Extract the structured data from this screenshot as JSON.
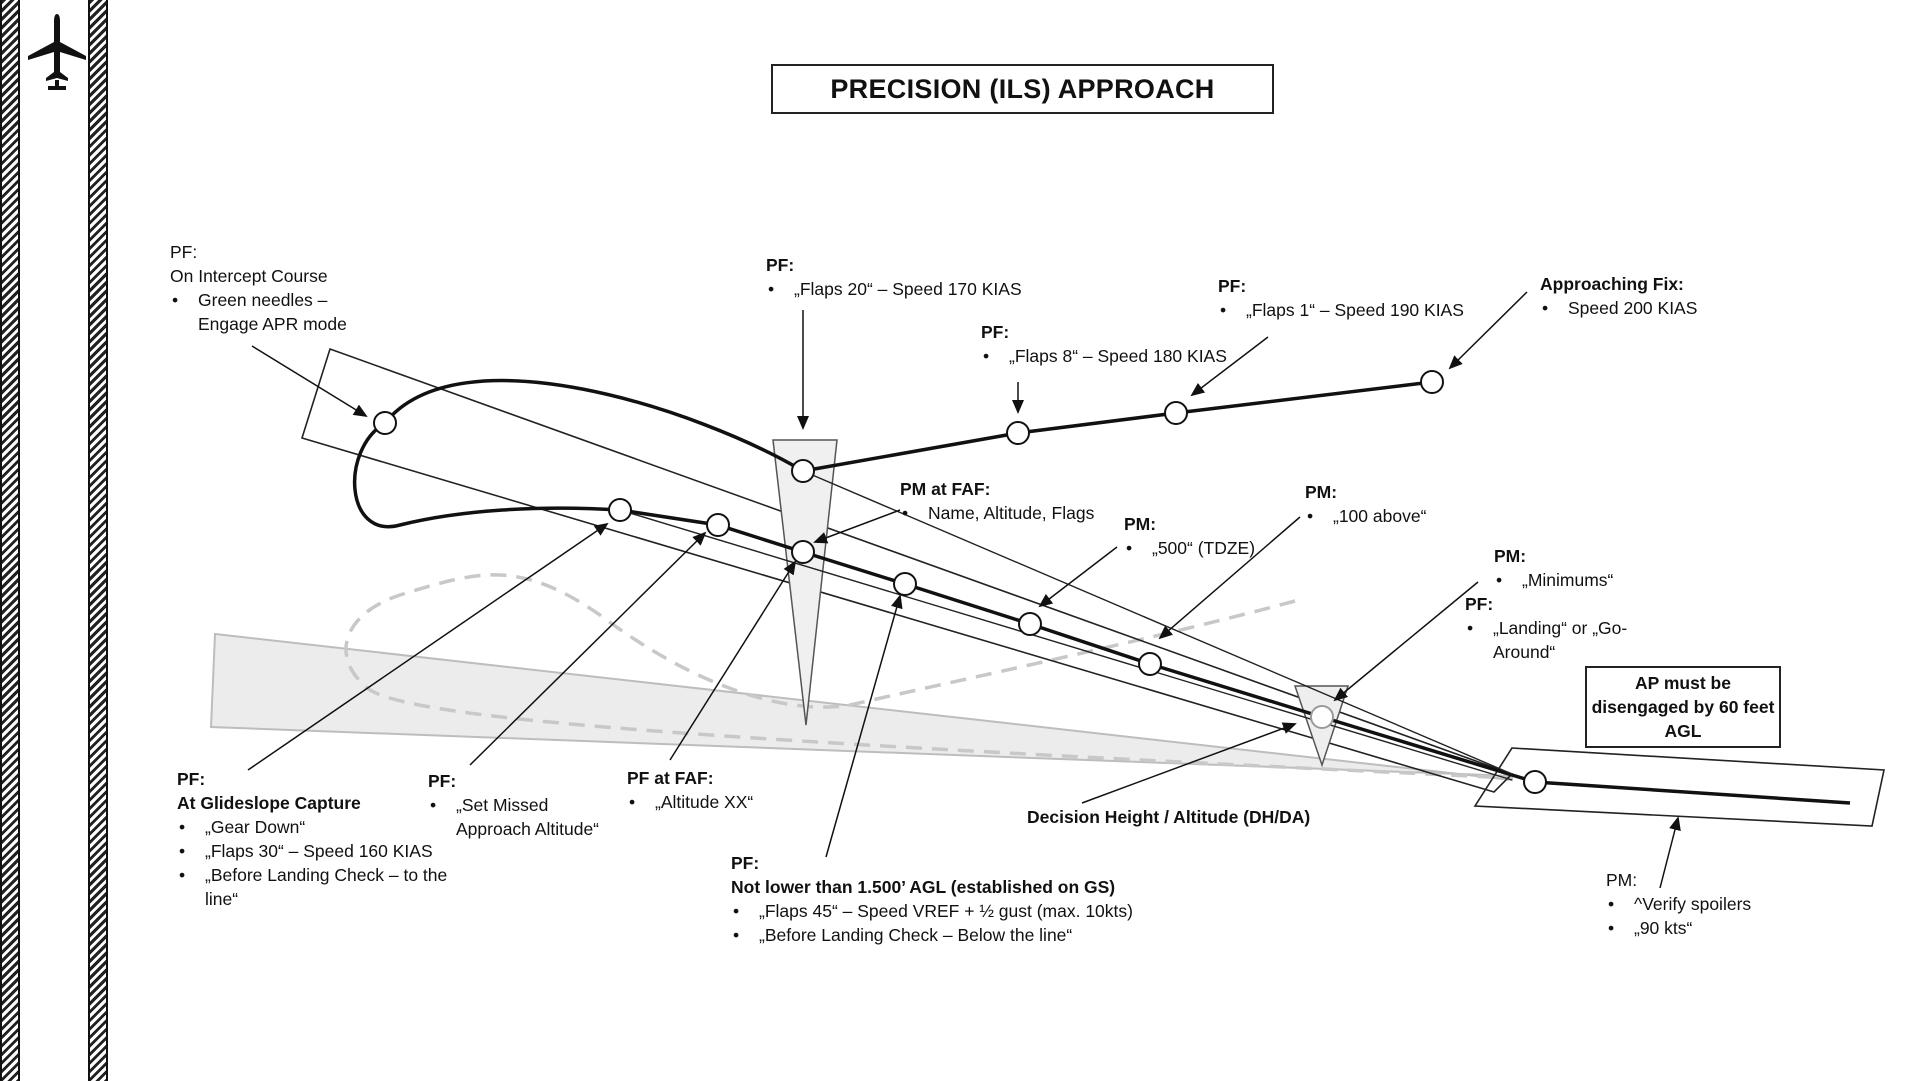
{
  "title": "PRECISION (ILS) APPROACH",
  "icons": {
    "sidebar": "airplane-icon"
  },
  "colors": {
    "ink": "#111111",
    "zone_fill": "#ececec",
    "zone_stroke": "#bdbdbd",
    "dashed_path": "#c8c8c8"
  },
  "notes": {
    "intercept": {
      "header": "PF:",
      "subheader": "On Intercept Course",
      "items": [
        "Green needles –",
        "Engage APR mode"
      ]
    },
    "flaps20": {
      "header": "PF:",
      "items": [
        "„Flaps 20“ – Speed 170 KIAS"
      ]
    },
    "flaps8": {
      "header": "PF:",
      "items": [
        "„Flaps 8“ – Speed 180 KIAS"
      ]
    },
    "flaps1": {
      "header": "PF:",
      "items": [
        "„Flaps 1“ – Speed 190 KIAS"
      ]
    },
    "approaching_fix": {
      "header": "Approaching Fix:",
      "items": [
        "Speed 200 KIAS"
      ]
    },
    "pm_faf": {
      "header": "PM at FAF:",
      "items": [
        "Name, Altitude, Flags"
      ]
    },
    "pm_500": {
      "header": "PM:",
      "items": [
        "„500“ (TDZE)"
      ]
    },
    "pm_100": {
      "header": "PM:",
      "items": [
        "„100 above“"
      ]
    },
    "pm_minimums": {
      "header": "PM:",
      "items": [
        "„Minimums“"
      ]
    },
    "pf_landing": {
      "header": "PF:",
      "items": [
        "„Landing“ or „Go-",
        "Around“"
      ]
    },
    "glideslope_capture": {
      "header": "PF:",
      "subheader": "At Glideslope Capture",
      "items": [
        "„Gear Down“",
        "„Flaps 30“ – Speed 160 KIAS",
        "„Before Landing Check – to the",
        "line“"
      ]
    },
    "missed_approach": {
      "header": "PF:",
      "items": [
        "„Set Missed",
        "Approach Altitude“"
      ]
    },
    "pf_faf": {
      "header": "PF at FAF:",
      "items": [
        "„Altitude XX“"
      ]
    },
    "not_lower": {
      "header": "PF:",
      "subheader": "Not lower than 1.500’ AGL (established on GS)",
      "items": [
        "„Flaps 45“ – Speed VREF + ½ gust (max. 10kts)",
        "„Before Landing Check – Below the line“"
      ]
    },
    "pm_spoilers": {
      "header": "PM:",
      "items": [
        "^Verify spoilers",
        "„90 kts“"
      ]
    }
  },
  "ap_box": [
    "AP must be",
    "disengaged by 60 feet",
    "AGL"
  ],
  "dh_label": "Decision Height / Altitude (DH/DA)"
}
